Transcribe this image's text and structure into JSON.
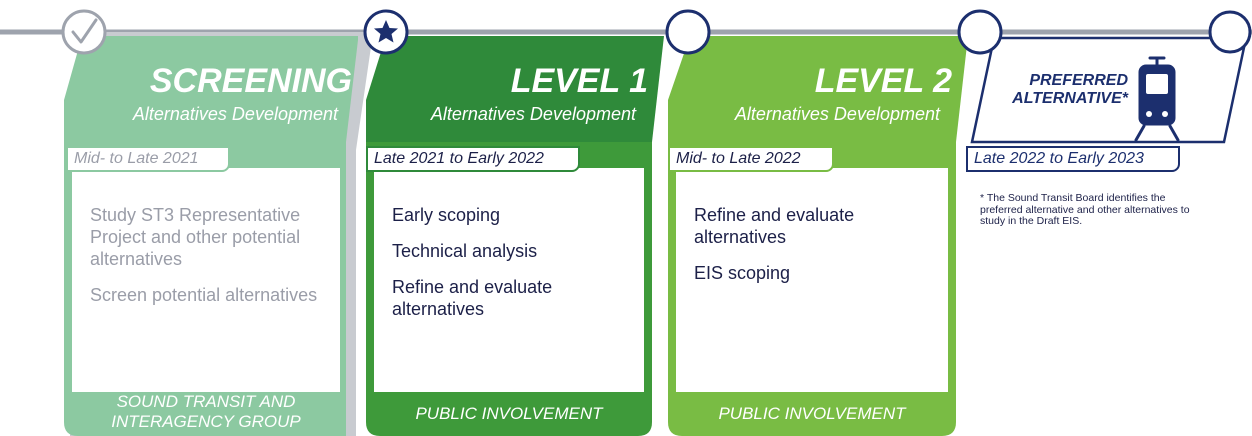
{
  "colors": {
    "screening": "#7fbf94",
    "screening_light": "#a8d5b5",
    "screening_text": "#9a9da8",
    "level1": "#2f8a3a",
    "level1_dark": "#3a8f2c",
    "level2": "#79bc44",
    "navy": "#1c2f6e",
    "timeline": "#9ea3ad"
  },
  "stages": [
    {
      "title": "SCREENING",
      "subtitle": "Alternatives Development",
      "date": "Mid- to Late 2021",
      "items": [
        "Study ST3 Representative Project and other potential alternatives",
        "Screen potential alternatives"
      ],
      "footer_line1": "SOUND TRANSIT AND",
      "footer_line2": "INTERAGENCY GROUP",
      "status": "check-icon"
    },
    {
      "title": "LEVEL 1",
      "subtitle": "Alternatives Development",
      "date": "Late 2021 to Early 2022",
      "items": [
        "Early scoping",
        "Technical analysis",
        "Refine and evaluate alternatives"
      ],
      "footer_line1": "PUBLIC INVOLVEMENT",
      "status": "star-icon"
    },
    {
      "title": "LEVEL 2",
      "subtitle": "Alternatives Development",
      "date": "Mid- to Late 2022",
      "items": [
        "Refine and evaluate alternatives",
        "EIS scoping"
      ],
      "footer_line1": "PUBLIC INVOLVEMENT",
      "status": "empty-circle-icon"
    },
    {
      "title_line1": "PREFERRED",
      "title_line2": "ALTERNATIVE*",
      "date": "Late 2022 to Early 2023",
      "icon": "light-rail-train-icon",
      "status": "empty-circle-icon"
    }
  ],
  "footnote": "* The Sound Transit Board identifies the preferred alternative and other alternatives to study in the Draft EIS."
}
